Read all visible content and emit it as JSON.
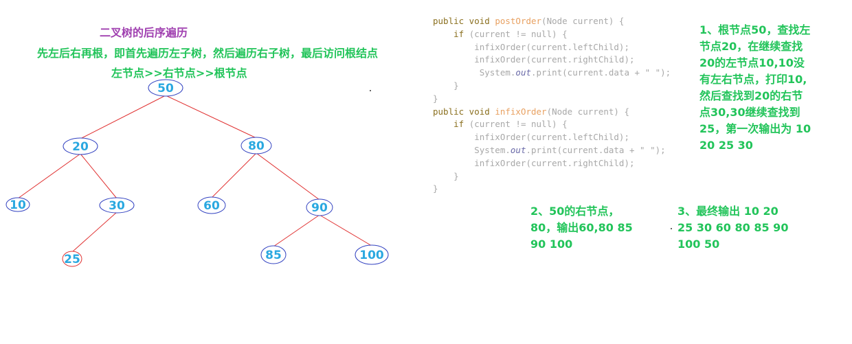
{
  "diagram": {
    "title": "二叉树的后序遍历",
    "description": "先左后右再根，即首先遍历左子树，然后遍历右子树，最后访问根结点",
    "order_rule": "左节点>>右节点>>根节点",
    "nodes": [
      {
        "id": "n50",
        "label": "50"
      },
      {
        "id": "n20",
        "label": "20"
      },
      {
        "id": "n80",
        "label": "80"
      },
      {
        "id": "n10",
        "label": "10"
      },
      {
        "id": "n30",
        "label": "30"
      },
      {
        "id": "n60",
        "label": "60"
      },
      {
        "id": "n90",
        "label": "90"
      },
      {
        "id": "n25",
        "label": "25"
      },
      {
        "id": "n85",
        "label": "85"
      },
      {
        "id": "n100",
        "label": "100"
      }
    ],
    "edges": [
      [
        "n50",
        "n20"
      ],
      [
        "n50",
        "n80"
      ],
      [
        "n20",
        "n10"
      ],
      [
        "n20",
        "n30"
      ],
      [
        "n30",
        "n25"
      ],
      [
        "n80",
        "n60"
      ],
      [
        "n80",
        "n90"
      ],
      [
        "n90",
        "n85"
      ],
      [
        "n90",
        "n100"
      ]
    ],
    "colors": {
      "edge": "#e03030",
      "node_border": "#3040c0",
      "node_border_highlight": "#e03030",
      "label": "#2aa8e0"
    }
  },
  "code": {
    "l1a": "public void ",
    "l1b": "postOrder",
    "l1c": "(Node current) {",
    "l2a": "    if ",
    "l2b": "(current != null) {",
    "l3": "        infixOrder(current.leftChild);",
    "l4": "        infixOrder(current.rightChild);",
    "l5a": "         System.",
    "l5b": "out",
    "l5c": ".print(current.data + \" \");",
    "l6": "    }",
    "l7": "}",
    "l8a": "public void ",
    "l8b": "infixOrder",
    "l8c": "(Node current) {",
    "l9a": "    if ",
    "l9b": "(current != null) {",
    "l10": "        infixOrder(current.leftChild);",
    "l11a": "        System.",
    "l11b": "out",
    "l11c": ".print(current.data + \" \");",
    "l12": "        infixOrder(current.rightChild);",
    "l13": "    }",
    "l14": "}"
  },
  "notes": {
    "note1": "1、根节点50，查找左节点20，在继续查找20的左节点10,10没有左右节点，打印10,然后查找到20的右节点30,30继续查找到25，第一次输出为 10 20 25 30",
    "note2": "2、50的右节点，80，输出60,80 85 90 100",
    "note3": "3、最终输出 10 20 25 30 60 80 85 90 100 50"
  }
}
